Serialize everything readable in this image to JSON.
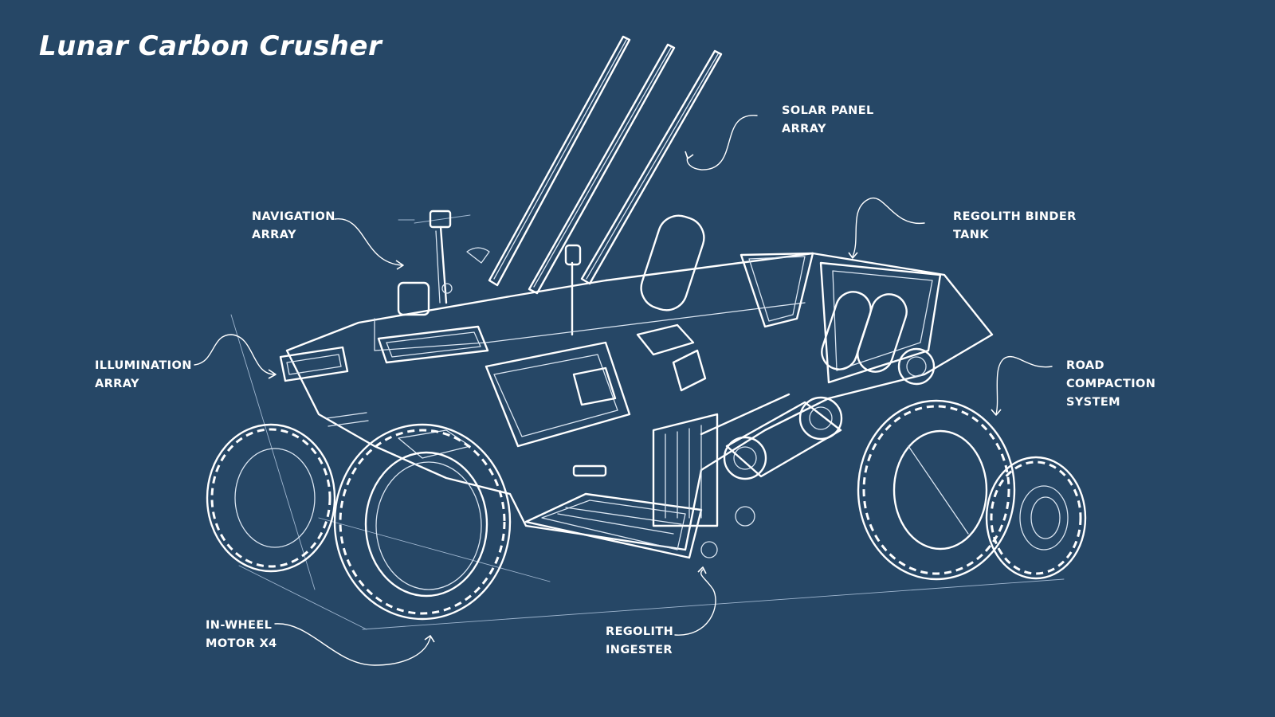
{
  "title": "Lunar Carbon Crusher",
  "colors": {
    "background": "#264766",
    "linework": "#ffffff"
  },
  "callouts": {
    "solar_panel_array": [
      "SOLAR PANEL",
      "ARRAY"
    ],
    "navigation_array": [
      "NAVIGATION",
      "ARRAY"
    ],
    "regolith_binder_tank": [
      "REGOLITH BINDER",
      "TANK"
    ],
    "illumination_array": [
      "ILLUMINATION",
      "ARRAY"
    ],
    "road_compaction_system": [
      "ROAD",
      "COMPACTION",
      "SYSTEM"
    ],
    "in_wheel_motor": [
      "IN-WHEEL",
      "MOTOR X4"
    ],
    "regolith_ingester": [
      "REGOLITH",
      "INGESTER"
    ]
  }
}
